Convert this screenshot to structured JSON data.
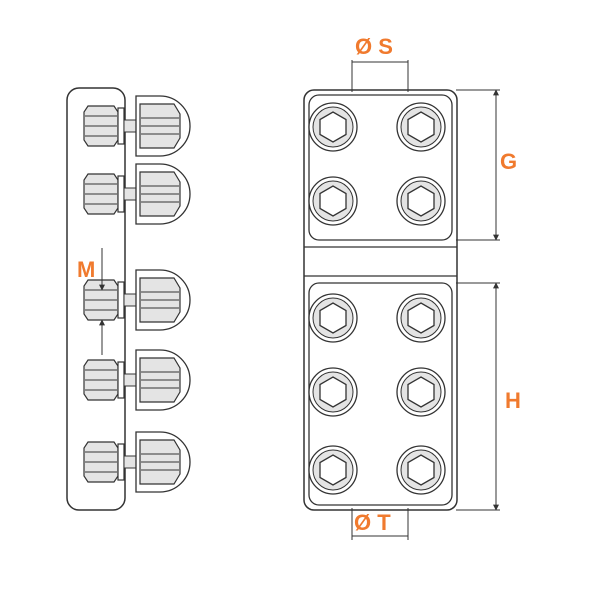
{
  "labels": {
    "diameter_s": "Ø S",
    "diameter_t": "Ø T",
    "g": "G",
    "h": "H",
    "m": "M"
  },
  "colors": {
    "label": "#F07A2E",
    "outline": "#333333",
    "shading": "#E4E4E4"
  },
  "icons": {
    "side_bolt": "hex-bolt-with-nut-side-icon",
    "top_bolt": "hex-bolt-head-top-icon"
  }
}
